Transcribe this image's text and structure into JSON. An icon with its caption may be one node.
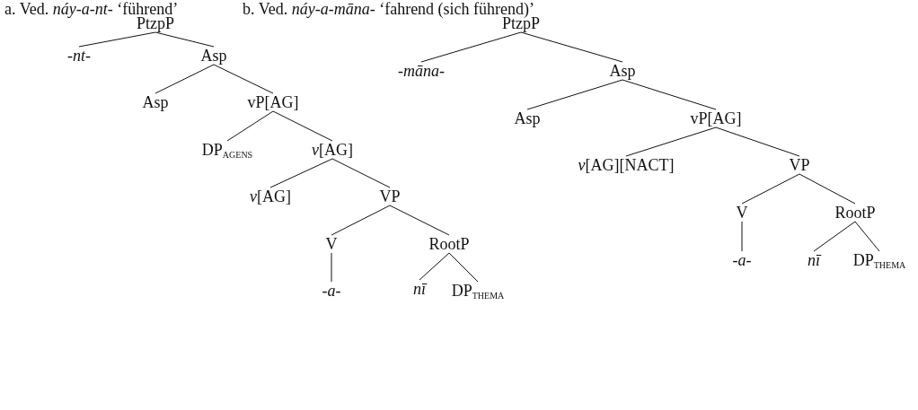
{
  "diagram": {
    "nodes": [
      {
        "text": [
          "PtzpP"
        ]
      },
      {
        "text": [
          "-nt-"
        ]
      },
      {
        "text": [
          "Asp"
        ]
      },
      {
        "text": [
          "Asp"
        ]
      },
      {
        "text": [
          "vP[AG]"
        ]
      },
      {
        "text": [
          "DP$_{AGENS}$"
        ]
      },
      {
        "text": [
          "*v*[AG]"
        ]
      },
      {
        "text": [
          "*v*[AG]"
        ]
      },
      {
        "text": [
          "VP"
        ]
      },
      {
        "text": [
          "V"
        ]
      },
      {
        "text": [
          "RootP"
        ]
      },
      {
        "text": [
          "-a-"
        ]
      },
      {
        "text": [
          "nī"
        ]
      },
      {
        "text": [
          "DP$_{THEMA}$"
        ]
      },
      {
        "text": [
          "PtzpP"
        ]
      },
      {
        "text": [
          "-māna-"
        ]
      },
      {
        "text": [
          "Asp"
        ]
      },
      {
        "text": [
          "Asp"
        ]
      },
      {
        "text": [
          "vP[AG]"
        ]
      },
      {
        "text": [
          "*v*[AG][NACT]"
        ]
      },
      {
        "text": [
          "VP"
        ]
      },
      {
        "text": [
          "V"
        ]
      },
      {
        "text": [
          "RootP"
        ]
      },
      {
        "text": [
          "-a-"
        ]
      },
      {
        "text": [
          "nī"
        ]
      },
      {
        "text": [
          "DP$_{THEMA}$"
        ]
      }
    ],
    "edges": [
      {
        "from": 0,
        "to": 1,
        "arrow": "none"
      },
      {
        "from": 0,
        "to": 2,
        "arrow": "none"
      },
      {
        "from": 2,
        "to": 3,
        "arrow": "none"
      },
      {
        "from": 2,
        "to": 4,
        "arrow": "none"
      },
      {
        "from": 4,
        "to": 5,
        "arrow": "none"
      },
      {
        "from": 4,
        "to": 6,
        "arrow": "none"
      },
      {
        "from": 6,
        "to": 7,
        "arrow": "none"
      },
      {
        "from": 6,
        "to": 8,
        "arrow": "none"
      },
      {
        "from": 8,
        "to": 9,
        "arrow": "none"
      },
      {
        "from": 8,
        "to": 10,
        "arrow": "none"
      },
      {
        "from": 9,
        "to": 11,
        "arrow": "none"
      },
      {
        "from": 10,
        "to": 12,
        "arrow": "none"
      },
      {
        "from": 10,
        "to": 13,
        "arrow": "none"
      },
      {
        "from": 14,
        "to": 15,
        "arrow": "none"
      },
      {
        "from": 14,
        "to": 16,
        "arrow": "none"
      },
      {
        "from": 16,
        "to": 17,
        "arrow": "none"
      },
      {
        "from": 16,
        "to": 18,
        "arrow": "none"
      },
      {
        "from": 18,
        "to": 19,
        "arrow": "none"
      },
      {
        "from": 18,
        "to": 20,
        "arrow": "none"
      },
      {
        "from": 20,
        "to": 21,
        "arrow": "none"
      },
      {
        "from": 20,
        "to": 22,
        "arrow": "none"
      },
      {
        "from": 21,
        "to": 23,
        "arrow": "none"
      },
      {
        "from": 22,
        "to": 24,
        "arrow": "none"
      },
      {
        "from": 22,
        "to": 25,
        "arrow": "none"
      }
    ],
    "labels": [
      "a. Ved. *náy-a-nt-* ‘führend’",
      "b. Ved. *náy-a-māna-* ‘fahrend (sich führend)’"
    ]
  }
}
